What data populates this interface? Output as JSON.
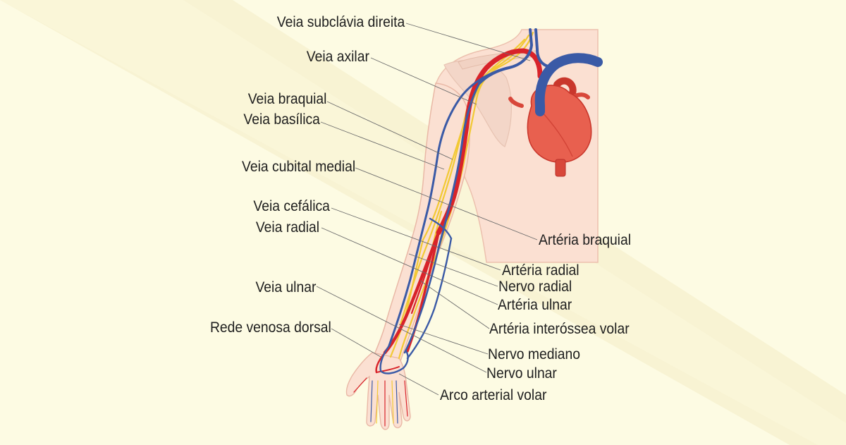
{
  "colors": {
    "background_light": "#fdfbe3",
    "background_band": "#f8f3d3",
    "skin": "#fbe0d2",
    "skin_outline": "#e9b8a6",
    "artery": "#d8232a",
    "vein": "#3a5aa6",
    "nerve": "#f2c934",
    "heart": "#e8604f",
    "leader_line": "#6b6b6b",
    "text": "#1e1e1e"
  },
  "labels_left": [
    {
      "id": "veia-subclavia-direita",
      "text": "Veia subclávia direita"
    },
    {
      "id": "veia-axilar",
      "text": "Veia axilar"
    },
    {
      "id": "veia-braquial",
      "text": "Veia braquial"
    },
    {
      "id": "veia-basilica",
      "text": "Veia basílica"
    },
    {
      "id": "veia-cubital-medial",
      "text": "Veia cubital medial"
    },
    {
      "id": "veia-cefalica",
      "text": "Veia cefálica"
    },
    {
      "id": "veia-radial",
      "text": "Veia radial"
    },
    {
      "id": "veia-ulnar",
      "text": "Veia ulnar"
    },
    {
      "id": "rede-venosa-dorsal",
      "text": "Rede venosa dorsal"
    }
  ],
  "labels_right": [
    {
      "id": "arteria-braquial",
      "text": "Artéria braquial"
    },
    {
      "id": "arteria-radial",
      "text": "Artéria radial"
    },
    {
      "id": "nervo-radial",
      "text": "Nervo radial"
    },
    {
      "id": "arteria-ulnar",
      "text": "Artéria ulnar"
    },
    {
      "id": "arteria-interossea-volar",
      "text": "Artéria interóssea volar"
    },
    {
      "id": "nervo-mediano",
      "text": "Nervo mediano"
    },
    {
      "id": "nervo-ulnar",
      "text": "Nervo ulnar"
    },
    {
      "id": "arco-arterial-volar",
      "text": "Arco arterial volar"
    }
  ]
}
